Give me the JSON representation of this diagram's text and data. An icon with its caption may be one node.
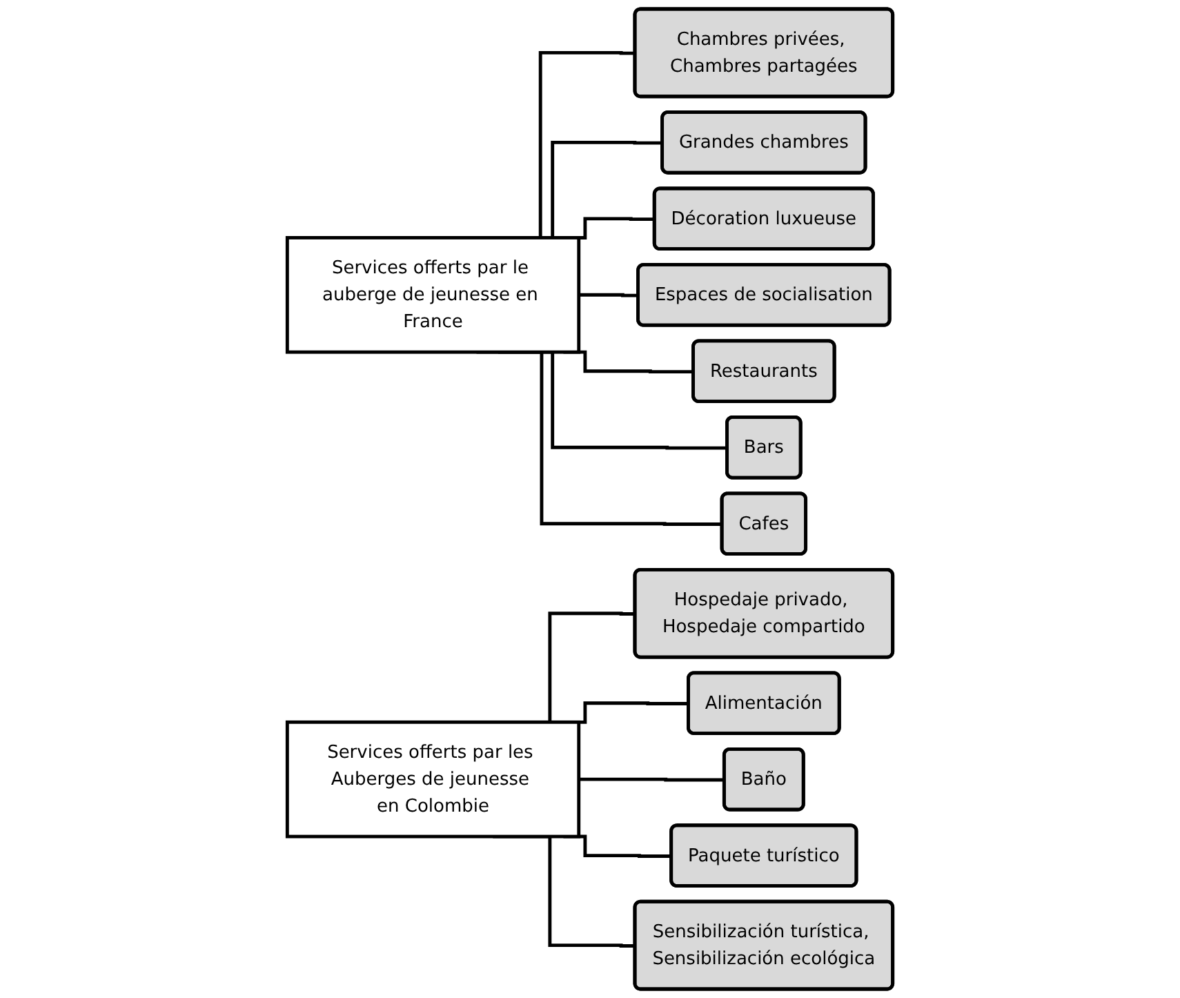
{
  "diagram": {
    "nodes": [
      {
        "text": [
          "Services offerts par le auberge de jeunesse en France"
        ]
      },
      {
        "text": [
          "Chambres privées, Chambres partagées"
        ]
      },
      {
        "text": [
          "Grandes chambres"
        ]
      },
      {
        "text": [
          "Décoration luxueuse"
        ]
      },
      {
        "text": [
          "Espaces de socialisation"
        ]
      },
      {
        "text": [
          "Restaurants"
        ]
      },
      {
        "text": [
          "Bars"
        ]
      },
      {
        "text": [
          "Cafes"
        ]
      },
      {
        "text": [
          "Services offerts par les Auberges de jeunesse en Colombie"
        ]
      },
      {
        "text": [
          "Hospedaje privado, Hospedaje compartido"
        ]
      },
      {
        "text": [
          "Alimentación"
        ]
      },
      {
        "text": [
          "Baño"
        ]
      },
      {
        "text": [
          "Paquete turístico"
        ]
      },
      {
        "text": [
          "Sensibilización turística, Sensibilización ecológica"
        ]
      }
    ],
    "edges": [
      {
        "from": 0,
        "to": 1,
        "arrow": "none"
      },
      {
        "from": 0,
        "to": 2,
        "arrow": "none"
      },
      {
        "from": 0,
        "to": 3,
        "arrow": "none"
      },
      {
        "from": 0,
        "to": 4,
        "arrow": "none"
      },
      {
        "from": 0,
        "to": 5,
        "arrow": "none"
      },
      {
        "from": 0,
        "to": 6,
        "arrow": "none"
      },
      {
        "from": 0,
        "to": 7,
        "arrow": "none"
      },
      {
        "from": 8,
        "to": 9,
        "arrow": "none"
      },
      {
        "from": 8,
        "to": 10,
        "arrow": "none"
      },
      {
        "from": 8,
        "to": 11,
        "arrow": "none"
      },
      {
        "from": 8,
        "to": 12,
        "arrow": "none"
      },
      {
        "from": 8,
        "to": 13,
        "arrow": "none"
      }
    ]
  }
}
